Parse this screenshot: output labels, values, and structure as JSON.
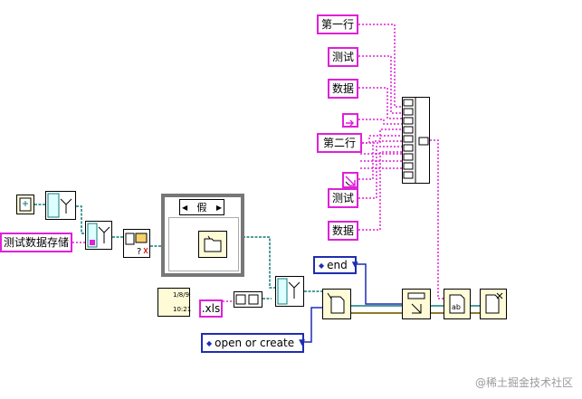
{
  "diagram": {
    "constants": {
      "row1": "第一行",
      "test_a": "测试",
      "data_a": "数据",
      "row2": "第二行",
      "test_b": "测试",
      "data_b": "数据",
      "test_data_storage": "测试数据存储",
      "extension": ".xls"
    },
    "case_selector": "假",
    "enums": {
      "end": "end",
      "open_or_create": "open or create"
    },
    "timestamp": {
      "date": "1/8/9",
      "time": "10:21"
    },
    "colors": {
      "string_wire": "#e020d8",
      "path_wire": "#127b7b",
      "enum_wire": "#1e2db0",
      "error_wire": "#8c7a2c"
    },
    "icons": [
      "current-vi-path-icon",
      "strip-path-icon",
      "build-path-icon",
      "file-dialog-icon",
      "case-structure-icon",
      "folder-icon",
      "format-time-icon",
      "concatenate-strings-icon",
      "open-file-icon",
      "set-file-position-icon",
      "write-text-file-icon",
      "close-file-icon"
    ]
  },
  "watermark": "@稀土掘金技术社区"
}
